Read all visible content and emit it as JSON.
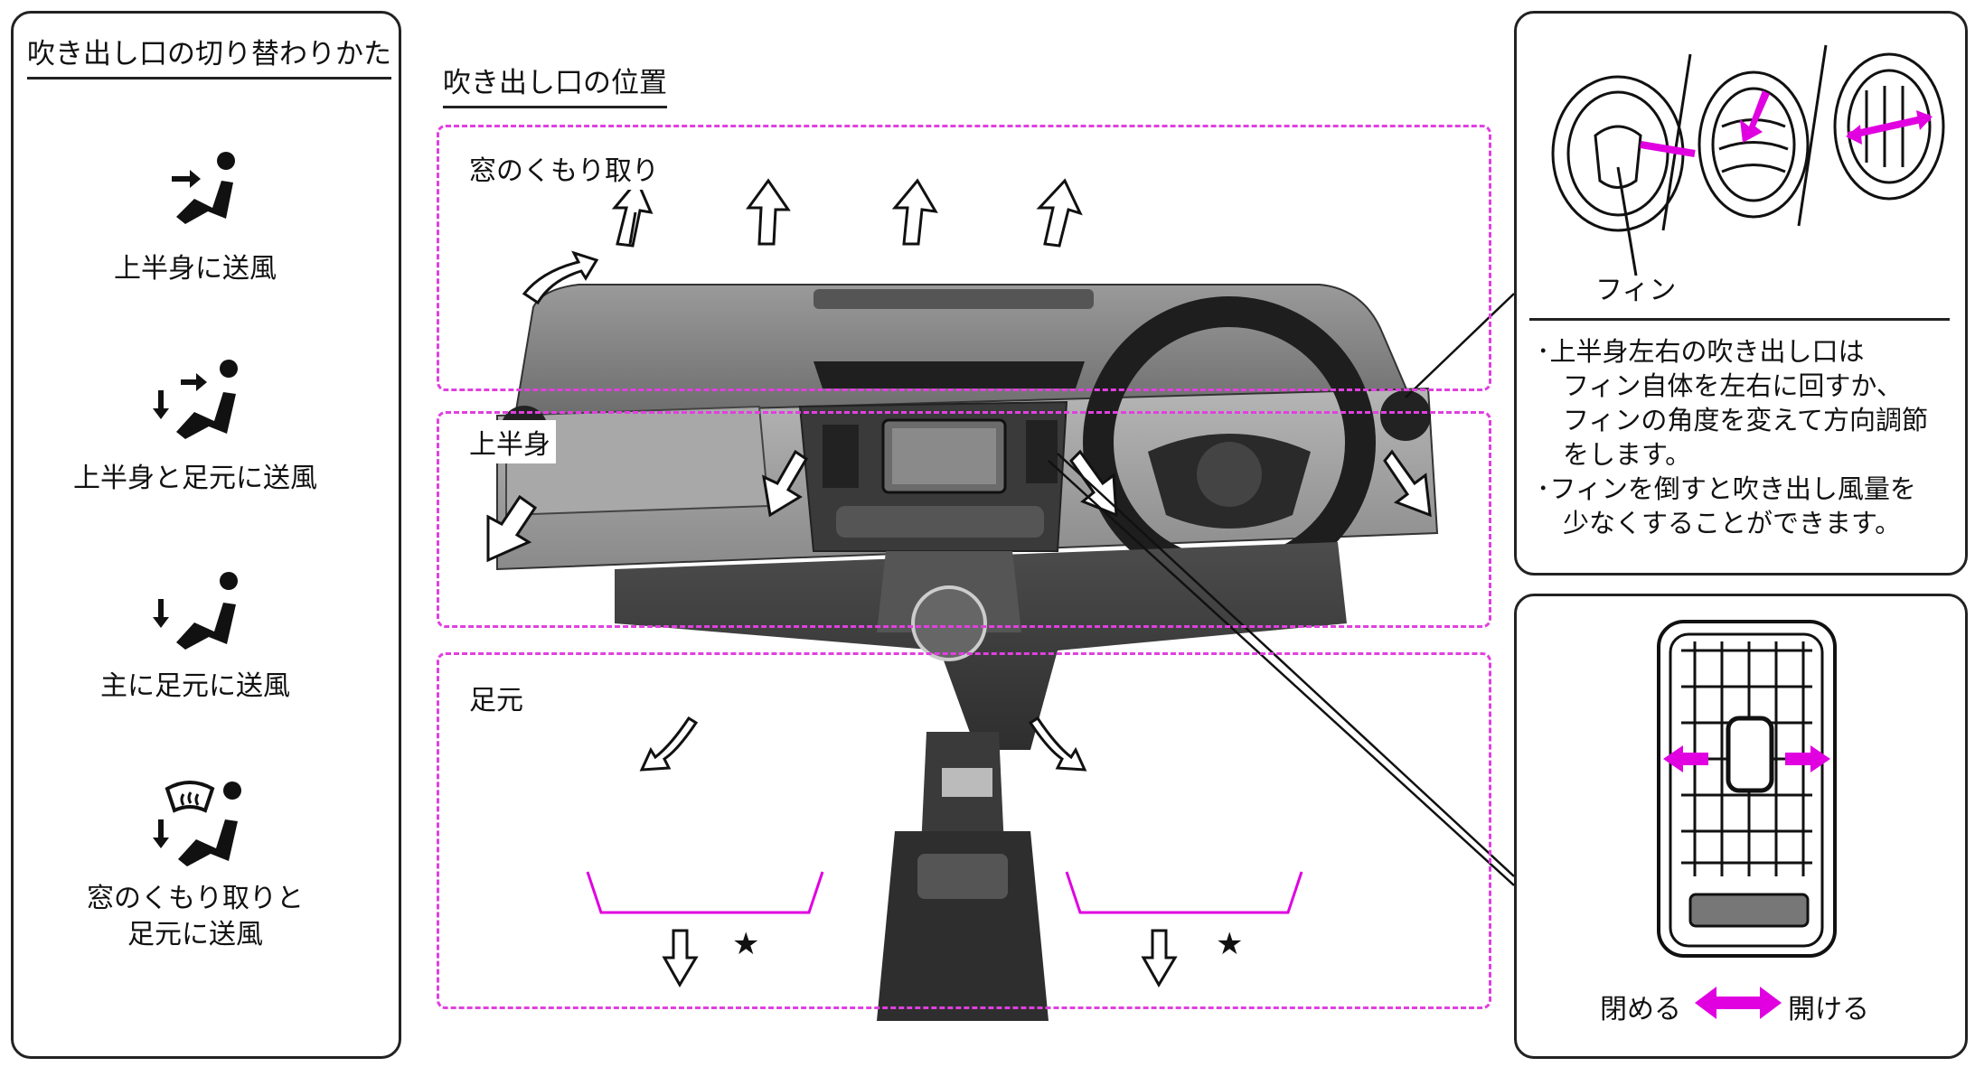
{
  "left": {
    "heading": "吹き出し口の切り替わりかた",
    "modes": [
      {
        "icon": "upper-body-mode-icon",
        "label": "上半身に送風"
      },
      {
        "icon": "upper-body-foot-mode-icon",
        "label": "上半身と足元に送風"
      },
      {
        "icon": "foot-mode-icon",
        "label": "主に足元に送風"
      },
      {
        "icon": "defrost-foot-mode-icon",
        "label": "窓のくもり取りと\n足元に送風"
      }
    ]
  },
  "center": {
    "heading": "吹き出し口の位置",
    "zones": {
      "defrost": "窓のくもり取り",
      "upper": "上半身",
      "foot": "足元"
    },
    "star": "★"
  },
  "fin_panel": {
    "fin_label": "フィン",
    "notes": [
      "･上半身左右の吹き出し口は",
      "　フィン自体を左右に回すか、",
      "　フィンの角度を変えて方向調節",
      "　をします。",
      "･フィンを倒すと吹き出し風量を",
      "　少なくすることができます。"
    ]
  },
  "vent_panel": {
    "close_label": "閉める",
    "open_label": "開ける"
  },
  "colors": {
    "accent": "#e000e0",
    "line": "#222222",
    "dash": "#e040e0"
  }
}
